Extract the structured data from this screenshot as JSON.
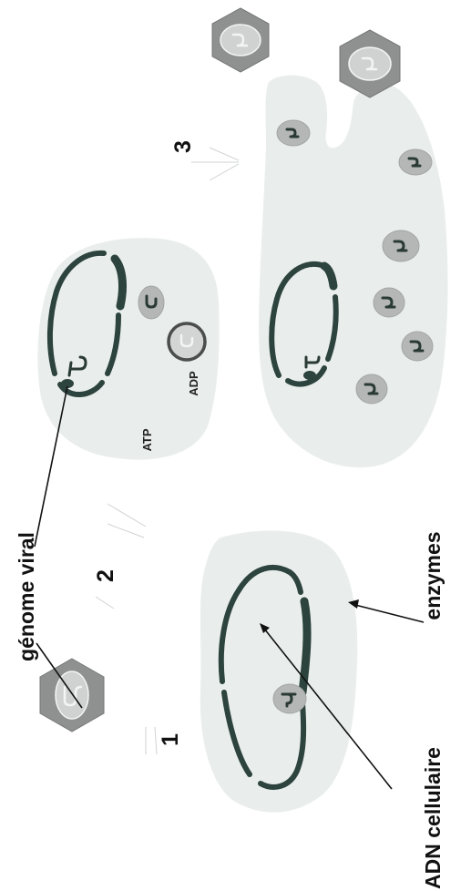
{
  "labels": {
    "step_1": "1",
    "step_2": "2",
    "step_3": "3",
    "viral_genome": "génome viral",
    "enzymes": "enzymes",
    "cell_dna": "ADN cellulaire",
    "atp": "ATP",
    "adp": "ADP"
  },
  "colors": {
    "cell_fill": "#e9eeec",
    "dna_stroke": "#2d433d",
    "virion_fill": "#8f9191",
    "particle_fill": "#b5b7b7",
    "text": "#111111"
  },
  "icons": {
    "virion": "hexagonal-virus-particle",
    "viral_particle": "round-viral-particle",
    "dna_ring": "circular-dna"
  }
}
